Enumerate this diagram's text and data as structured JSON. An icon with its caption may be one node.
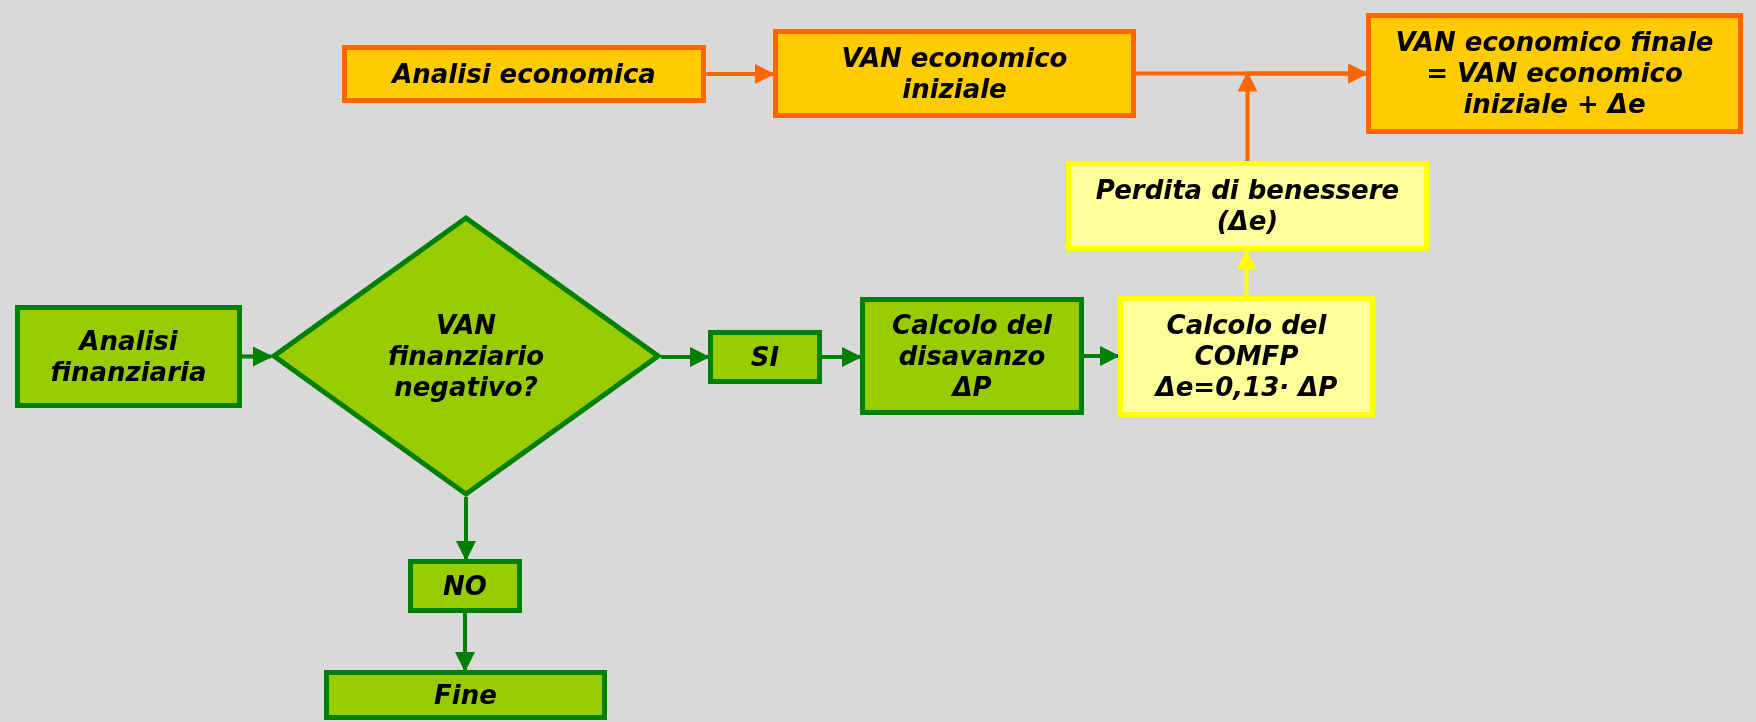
{
  "diagram": {
    "nodes": [
      {
        "text": [
          "Analisi economica"
        ]
      },
      {
        "text": [
          "VAN economico iniziale"
        ]
      },
      {
        "text": [
          "VAN economico finale = VAN economico iniziale + Δe"
        ]
      },
      {
        "text": [
          "Perdita di benessere (Δe)"
        ]
      },
      {
        "text": [
          "Analisi finanziaria"
        ]
      },
      {
        "text": [
          "VAN finanziario negativo?"
        ]
      },
      {
        "text": [
          "SI"
        ]
      },
      {
        "text": [
          "Calcolo del disavanzo ΔP"
        ]
      },
      {
        "text": [
          "Calcolo del COMFP Δe=0,13· ΔP"
        ]
      },
      {
        "text": [
          "NO"
        ]
      },
      {
        "text": [
          "Fine"
        ]
      }
    ],
    "edges": [
      {
        "from": 0,
        "to": 1,
        "arrow": "to",
        "color": "#ff6600"
      },
      {
        "from": 1,
        "to": 2,
        "arrow": "to",
        "color": "#ff6600"
      },
      {
        "from": 3,
        "to": 2,
        "arrow": "to",
        "color": "#ff6600"
      },
      {
        "from": 8,
        "to": 3,
        "arrow": "to",
        "color": "#ffff00"
      },
      {
        "from": 4,
        "to": 5,
        "arrow": "to"
      },
      {
        "from": 5,
        "to": 6,
        "arrow": "to"
      },
      {
        "from": 6,
        "to": 7,
        "arrow": "to"
      },
      {
        "from": 7,
        "to": 8,
        "arrow": "to"
      },
      {
        "from": 5,
        "to": 9,
        "arrow": "to"
      },
      {
        "from": 9,
        "to": 10,
        "arrow": "to"
      }
    ]
  }
}
